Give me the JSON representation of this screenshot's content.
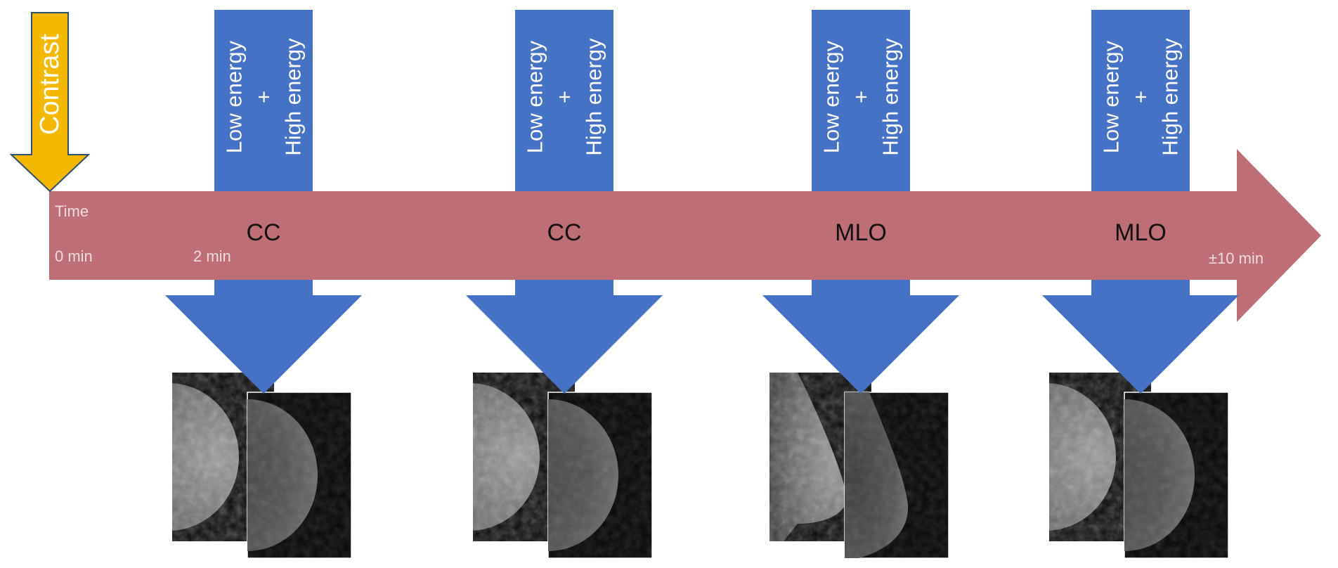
{
  "contrast": {
    "label": "Contrast",
    "color": "#f5b800",
    "edge_color": "#2f4f6f"
  },
  "timeline": {
    "color": "#be6f75",
    "label_color": "#eedcdd",
    "axis_label": "Time",
    "start_label": "0 min",
    "first_label": "2 min",
    "end_label": "±10 min"
  },
  "acquisition": {
    "color": "#4472c4",
    "line1": "Low energy",
    "line2": "+",
    "line3": "High energy"
  },
  "steps": [
    {
      "view": "CC",
      "low_view": "cc-dense",
      "high_view": "cc-smooth"
    },
    {
      "view": "CC",
      "low_view": "cc-dense",
      "high_view": "cc-smooth"
    },
    {
      "view": "MLO",
      "low_view": "mlo-dense",
      "high_view": "mlo-smooth"
    },
    {
      "view": "MLO",
      "low_view": "cc-dense",
      "high_view": "cc-smooth"
    }
  ]
}
